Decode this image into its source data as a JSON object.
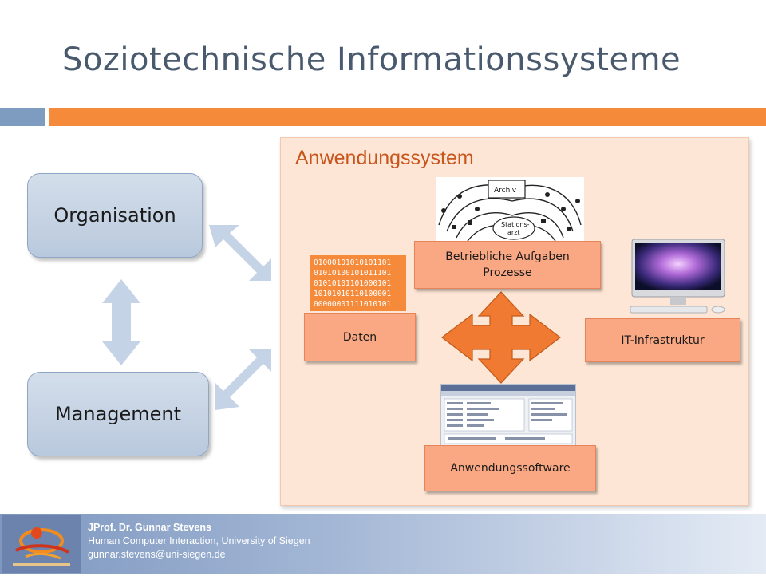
{
  "slide": {
    "title": "Soziotechnische Informationssysteme",
    "accent_colors": {
      "orange": "#f48a3a",
      "blue": "#7e9cc0",
      "panel": "#fde6d6"
    }
  },
  "left": {
    "organisation": "Organisation",
    "management": "Management"
  },
  "system": {
    "title": "Anwendungssystem",
    "aufgaben": [
      "Betriebliche Aufgaben",
      "Prozesse"
    ],
    "daten": "Daten",
    "infrastruktur": "IT-Infrastruktur",
    "software": "Anwendungssoftware",
    "binary_lines": [
      "01000101010101101",
      "01010100101011101",
      "01010101101000101",
      "10101010110100001",
      "00000001111010101"
    ],
    "process_labels": {
      "archiv": "Archiv",
      "stationsarzt": [
        "Stations-",
        "arzt"
      ]
    }
  },
  "footer": {
    "name": "JProf. Dr. Gunnar Stevens",
    "institution": "Human Computer Interaction, University of Siegen",
    "email": "gunnar.stevens@uni-siegen.de"
  }
}
